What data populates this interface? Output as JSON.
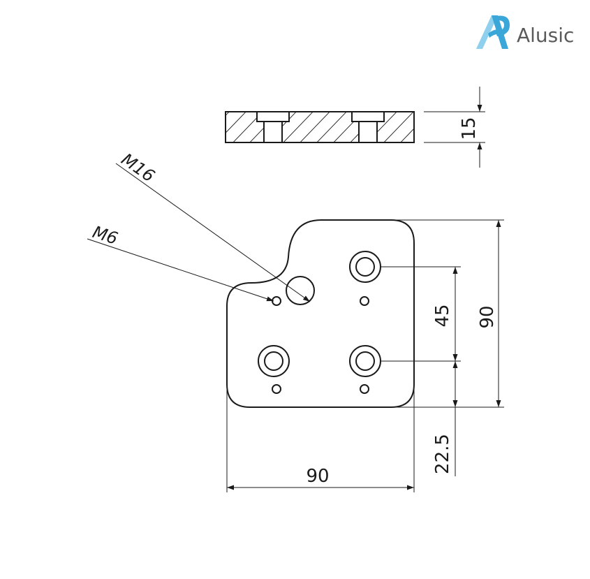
{
  "brand": {
    "name": "Alusic",
    "color_primary": "#3aa7d8",
    "color_secondary": "#8fd0ee"
  },
  "side_view": {
    "thickness_label": "15"
  },
  "top_view": {
    "callouts": {
      "large_hole": "M16",
      "small_hole": "M6"
    },
    "dimensions": {
      "width_label": "90",
      "height_label": "90",
      "hole_spacing_label": "45",
      "hole_offset_label": "22.5"
    }
  },
  "colors": {
    "line": "#1a1a1a",
    "background": "#ffffff"
  }
}
